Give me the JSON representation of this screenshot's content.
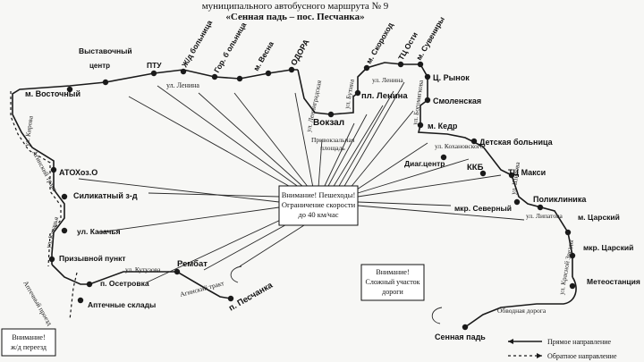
{
  "header": {
    "line1": "муниципального автобусного маршрута № 9",
    "line2": "«Сенная падь – пос. Песчанка»"
  },
  "stops": {
    "vystavochny": "Выставочный",
    "centr": "центр",
    "ptu": "ПТУ",
    "zhd_bolnica": "Ж/д больница",
    "gor6": "Гор. б ольница",
    "vesna": "м. Весна",
    "odora": "ОДОРА",
    "vokzal": "Вокзал",
    "pl_lenina": "пл. Ленина",
    "skorohod": "м. Скороход",
    "tc_osti": "ТЦ Ости",
    "suveniry": "м. Сувениры",
    "c_rynok": "Ц. Рынок",
    "smolenskaya": "Смоленская",
    "kedr": "м. Кедр",
    "detskaya": "Детская больница",
    "diag": "Диаг.центр",
    "kkb": "ККБ",
    "tc_maksi": "ТЦ Макси",
    "severny": "мкр. Северный",
    "poliklinika": "Поликлиника",
    "m_carsky": "м. Царский",
    "mkr_carsky": "мкр. Царский",
    "meteo": "Метеостанция",
    "vostochny": "м. Восточный",
    "atohoz": "АТОХоз.О",
    "silikatny": "Силикатный з-д",
    "kazachya": "ул. Казачья",
    "prizyvnoy": "Призывной пункт",
    "osetrovka": "п. Осетровка",
    "aptechnye": "Аптечные склады",
    "rembat": "Рембат",
    "peschanka": "п. Песчанка",
    "sennaya": "Сенная падь"
  },
  "streets": {
    "lenina_top": "ул. Ленина",
    "leningradskaya": "ул. Ленинградская",
    "butina": "ул. Бутина",
    "lenina_mid": "ул. Ленина",
    "bogomyagkova": "ул. Богомягкова",
    "privokzalnaya_1": "Привокзальная",
    "privokzalnaya_2": "площадь",
    "kohanskogo": "ул. Кохановского",
    "shilova": "ул. Шилова",
    "lipatova": "ул. Липатова",
    "krasnoy_zvezdy": "ул. Красной Звезды",
    "obvodnaya": "Обводная дорога",
    "kirova": "ул. Кирова",
    "aginsky_left": "Агинский тракт",
    "kazachya_st": "ул. Казачья",
    "kutuzova": "ул. Кутузова",
    "aginsky_bottom": "Агинский тракт",
    "aptechny": "Аптечный проезд"
  },
  "notes": {
    "center_1": "Внимание! Пешеходы!",
    "center_2": "Ограничение скорости",
    "center_3": "до 40 км/час",
    "right_1": "Внимание!",
    "right_2": "Сложный участок",
    "right_3": "дороги",
    "left_1": "Внимание!",
    "left_2": "ж/д переезд"
  },
  "legend": {
    "forward": "Прямое направление",
    "backward": "Обратное направление"
  }
}
